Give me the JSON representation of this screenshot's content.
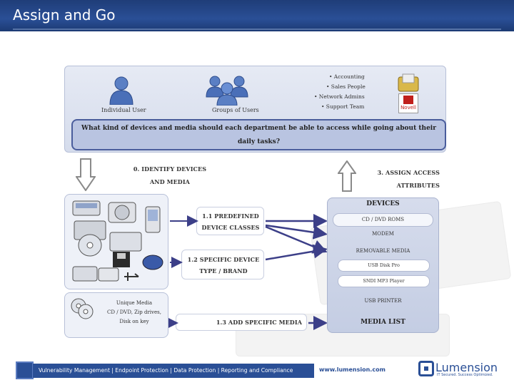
{
  "header": {
    "title": "Assign and Go"
  },
  "top_panel": {
    "individual_label": "Individual User",
    "groups_label": "Groups of Users",
    "roles": [
      "• Accounting",
      "• Sales People",
      "• Network Admins",
      "• Support Team"
    ],
    "novell_label": "Novell",
    "question": "What kind of devices and media should each department be able to access while going about their daily tasks?"
  },
  "steps": {
    "identify": "0. IDENTIFY DEVICES AND MEDIA",
    "assign": "3. ASSIGN ACCESS ATTRIBUTES",
    "predefined": "1.1 PREDEFINED DEVICE CLASSES",
    "specific": "1.2 SPECIFIC DEVICE TYPE / BRAND",
    "add_media": "1.3 ADD SPECIFIC MEDIA"
  },
  "unique_media": {
    "label": "Unique Media",
    "detail": "CD / DVD, Zip drives, Disk on key"
  },
  "devices": {
    "header": "DEVICES",
    "items": [
      "CD / DVD ROMs",
      "MODEM",
      "REMOVABLE MEDIA"
    ],
    "sub_items": [
      "USB Disk Pro",
      "SNDI MP3 Player"
    ],
    "last": "USB PRINTER",
    "media_list": "MEDIA LIST"
  },
  "footer": {
    "tagline": "Vulnerability Management | Endpoint Protection | Data Protection | Reporting and Compliance",
    "url": "www.lumension.com",
    "brand": "Lumension",
    "brand_tagline": "IT Secured. Success Optimized."
  },
  "colors": {
    "accent": "#2a4f96",
    "panel": "#d5dcec",
    "arrow": "#3c3f88"
  }
}
